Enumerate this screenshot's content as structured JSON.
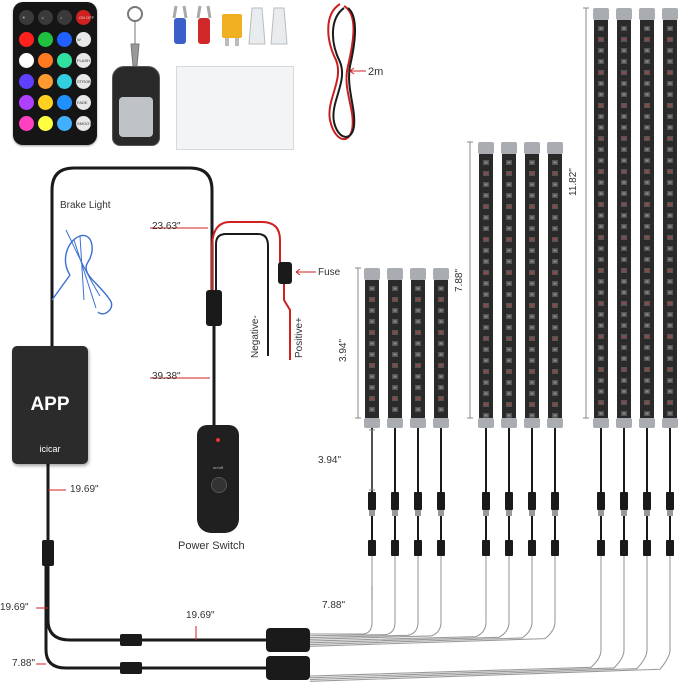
{
  "remote": {
    "buttons": [
      "☀",
      "☼",
      "♪",
      "ON OFF",
      "W",
      "FLASH",
      "STROBE",
      "FADE",
      "SMOOTH"
    ],
    "colors": [
      "#ff2020",
      "#20c040",
      "#2060ff",
      "#ffffff",
      "#ff7a20",
      "#30e0a0",
      "#6040ff",
      "#ff9a30",
      "#30d0e0",
      "#b040ff",
      "#ffd020",
      "#2090ff",
      "#ff40c0",
      "#ffff40",
      "#40b0ff",
      "#ff60a0"
    ]
  },
  "accessories": {
    "cable_length": "2m"
  },
  "module": {
    "label": "APP",
    "brand": "icicar"
  },
  "power_switch": {
    "face_text": "on/off",
    "label": "Power Switch"
  },
  "wiring": {
    "brake_light": "Brake Light",
    "fuse": "Fuse",
    "negative": "Negative-",
    "positive": "Positive+",
    "len_a": "23.63\"",
    "len_b": "39.38\"",
    "len_c": "19.69\"",
    "len_d": "19.69\"",
    "len_e": "19.69\"",
    "len_f": "7.88\"",
    "len_g": "3.94\"",
    "len_h": "7.88\""
  },
  "strips": {
    "short_len": "3.94\"",
    "mid_len": "7.88\"",
    "long_len": "11.82\""
  },
  "colors": {
    "strip_body": "#2a2a2a",
    "strip_cap": "#a9adb1",
    "wire_red": "#d02020",
    "wire_black": "#1a1a1a",
    "wire_blue": "#3a6fd0",
    "wire_grey": "#9a9a9a"
  }
}
